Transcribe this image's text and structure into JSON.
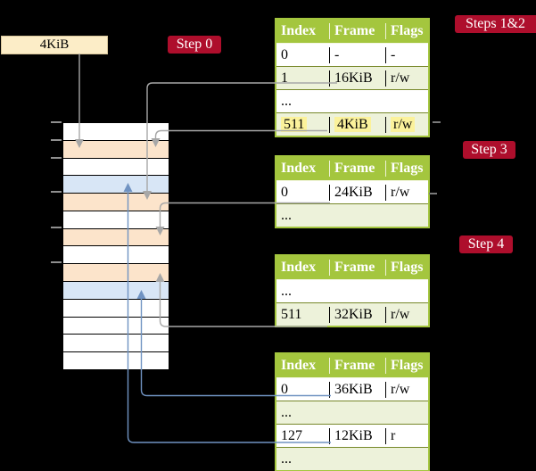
{
  "colors": {
    "background": "#000000",
    "badge_red": "#ae0e2c",
    "table_header_green": "#a4c63e",
    "table_row_green": "#edf2da",
    "table_divider_olive": "#77882a",
    "memory_peach": "#fce4cb",
    "memory_blue": "#d8e6f6",
    "highlight_yellow": "#fbf29b",
    "arrow_gray": "#a7a7a7",
    "arrow_blue": "#7093c2",
    "frame_box_beige": "#fcedc7"
  },
  "frame_box": {
    "label": "4KiB"
  },
  "badges": {
    "step0": "Step 0",
    "steps12": "Steps 1&2",
    "step3": "Step 3",
    "step4": "Step 4"
  },
  "table_headers": [
    "Index",
    "Frame",
    "Flags"
  ],
  "tables": [
    {
      "rows": [
        [
          "0",
          "-",
          "-"
        ],
        [
          "1",
          "16KiB",
          "r/w"
        ],
        [
          "...",
          "",
          ""
        ],
        [
          "511",
          "4KiB",
          "r/w"
        ]
      ],
      "highlight_row": 3
    },
    {
      "rows": [
        [
          "0",
          "24KiB",
          "r/w"
        ],
        [
          "...",
          "",
          ""
        ]
      ],
      "highlight_row": null
    },
    {
      "rows": [
        [
          "...",
          "",
          ""
        ],
        [
          "511",
          "32KiB",
          "r/w"
        ]
      ],
      "highlight_row": null
    },
    {
      "rows": [
        [
          "0",
          "36KiB",
          "r/w"
        ],
        [
          "...",
          "",
          ""
        ],
        [
          "127",
          "12KiB",
          "r"
        ],
        [
          "...",
          "",
          ""
        ]
      ],
      "highlight_row": null
    }
  ],
  "memory": {
    "rows": [
      "white",
      "peach",
      "white",
      "blue",
      "peach",
      "white",
      "peach",
      "white",
      "peach",
      "blue",
      "white",
      "white",
      "white",
      "white"
    ]
  }
}
